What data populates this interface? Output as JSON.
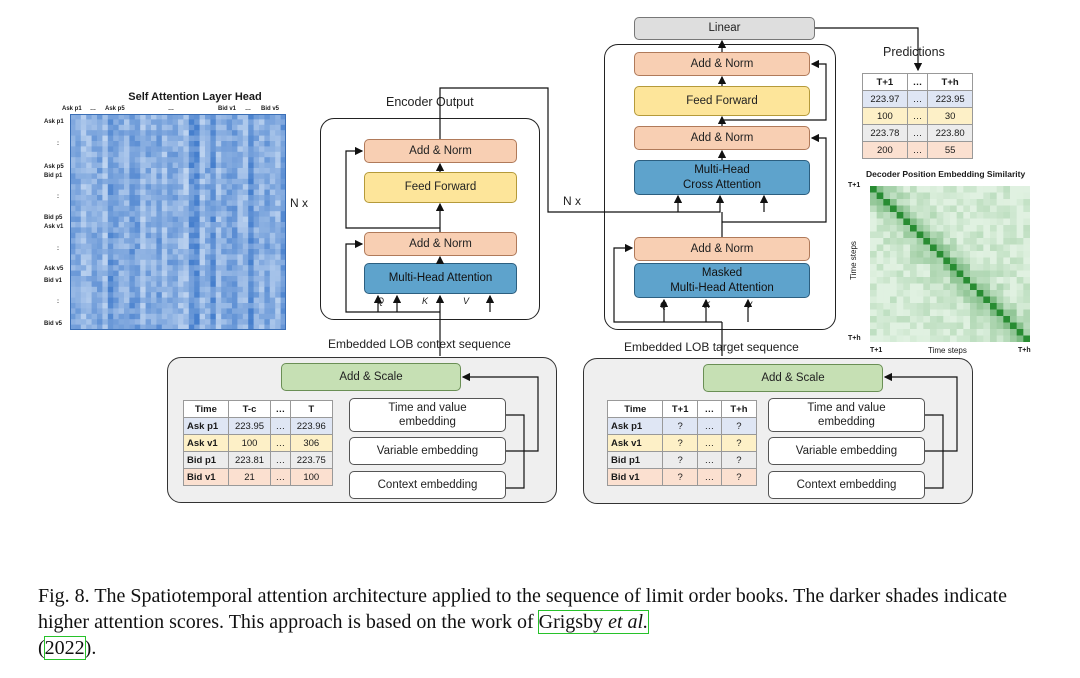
{
  "self_attention": {
    "title": "Self Attention Layer Head",
    "top_labels": [
      "Ask p1",
      "…",
      "Ask p5",
      "…",
      "Bid v1",
      "…",
      "Bid v5"
    ],
    "left_labels": [
      "Ask p1",
      ":",
      "Ask p5",
      "Bid p1",
      ":",
      "Bid p5",
      "Ask v1",
      ":",
      "Ask v5",
      "Bid v1",
      ":",
      "Bid v5"
    ]
  },
  "encoder": {
    "output_label": "Encoder Output",
    "nx": "N x",
    "add_norm_top": "Add & Norm",
    "feed_forward": "Feed Forward",
    "add_norm_bottom": "Add & Norm",
    "mha": "Multi-Head Attention",
    "q": "Q",
    "k": "K",
    "v": "V",
    "embedded_label": "Embedded LOB context sequence"
  },
  "decoder": {
    "linear": "Linear",
    "nx": "N x",
    "add_norm_top": "Add & Norm",
    "feed_forward": "Feed Forward",
    "add_norm_mid": "Add & Norm",
    "cross_attention_1": "Multi-Head",
    "cross_attention_2": "Cross Attention",
    "add_norm_bottom": "Add & Norm",
    "masked_1": "Masked",
    "masked_2": "Multi-Head Attention",
    "q": "Q",
    "k": "K",
    "v": "V",
    "embedded_label": "Embedded LOB target sequence"
  },
  "predictions": {
    "title": "Predictions",
    "headers": [
      "T+1",
      "…",
      "T+h"
    ],
    "rows": [
      [
        "223.97",
        "…",
        "223.95"
      ],
      [
        "100",
        "…",
        "30"
      ],
      [
        "223.78",
        "…",
        "223.80"
      ],
      [
        "200",
        "…",
        "55"
      ]
    ]
  },
  "similarity": {
    "title": "Decoder Position Embedding Similarity",
    "y_top": "T+1",
    "y_bottom": "T+h",
    "y_label": "Time steps",
    "x_left": "T+1",
    "x_right": "T+h",
    "x_label": "Time steps"
  },
  "context_embed": {
    "add_scale": "Add & Scale",
    "headers": [
      "Time",
      "T-c",
      "…",
      "T"
    ],
    "rows": [
      [
        "Ask p1",
        "223.95",
        "…",
        "223.96"
      ],
      [
        "Ask v1",
        "100",
        "…",
        "306"
      ],
      [
        "Bid p1",
        "223.81",
        "…",
        "223.75"
      ],
      [
        "Bid v1",
        "21",
        "…",
        "100"
      ]
    ],
    "time_value": "Time and value embedding",
    "variable": "Variable embedding",
    "context": "Context embedding"
  },
  "target_embed": {
    "add_scale": "Add & Scale",
    "headers": [
      "Time",
      "T+1",
      "…",
      "T+h"
    ],
    "rows": [
      [
        "Ask p1",
        "?",
        "…",
        "?"
      ],
      [
        "Ask v1",
        "?",
        "…",
        "?"
      ],
      [
        "Bid p1",
        "?",
        "…",
        "?"
      ],
      [
        "Bid v1",
        "?",
        "…",
        "?"
      ]
    ],
    "time_value": "Time and value embedding",
    "variable": "Variable embedding",
    "context": "Context embedding"
  },
  "caption": {
    "text": "Fig. 8. The Spatiotemporal attention architecture applied to the sequence of limit order books. The darker shades indicate higher attention scores. This approach is based on the work of ",
    "cite_author": "Grigsby ",
    "cite_etal": "et al.",
    "open_paren": "(",
    "cite_year": "2022",
    "close": ")."
  },
  "colors": {
    "norm": "#f8cfb3",
    "feed_forward": "#fde59a",
    "attention": "#5ea3cc",
    "scale": "#c6e0b4",
    "link": "#27c22a"
  }
}
